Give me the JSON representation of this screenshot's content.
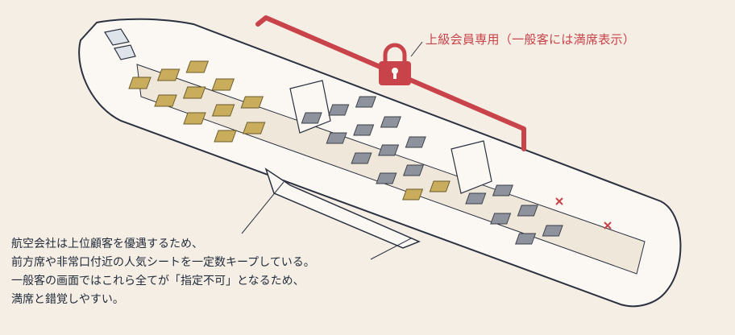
{
  "annotation": {
    "lock_label": "上級会員専用（一般客には満席表示）"
  },
  "description": {
    "lines": [
      "航空会社は上位顧客を優遇するため、",
      "前方席や非常口付近の人気シートを一定数キープしている。",
      "一般客の画面ではこれら全てが「指定不可」となるため、",
      "満席と錯覚しやすい。"
    ]
  },
  "colors": {
    "background": "#f5eee4",
    "lock_accent": "#c8434a",
    "reserved_seat": "#c9ad5c",
    "general_seat": "#8d929c",
    "outline": "#2b3140",
    "fuselage": "#fbf8f3"
  },
  "icons": [
    "lock-icon",
    "unavailable-x-icon"
  ]
}
